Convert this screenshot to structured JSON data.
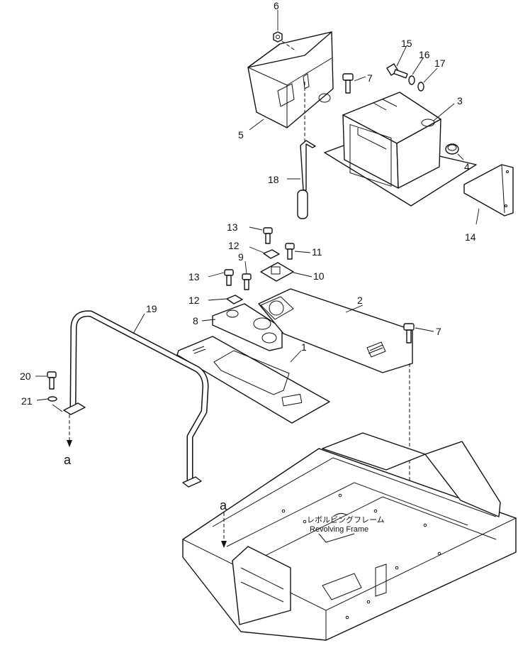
{
  "callouts": {
    "c1": "1",
    "c2": "2",
    "c3": "3",
    "c4": "4",
    "c5": "5",
    "c6": "6",
    "c7a": "7",
    "c7b": "7",
    "c8": "8",
    "c9": "9",
    "c10": "10",
    "c11": "11",
    "c12a": "12",
    "c12b": "12",
    "c13a": "13",
    "c13b": "13",
    "c14": "14",
    "c15": "15",
    "c16": "16",
    "c17": "17",
    "c18": "18",
    "c19": "19",
    "c20": "20",
    "c21": "21"
  },
  "reference_marks": {
    "upper": "a",
    "lower": "a"
  },
  "frame_label": {
    "japanese": "レボルビングフレーム",
    "english": "Revolving Frame"
  }
}
